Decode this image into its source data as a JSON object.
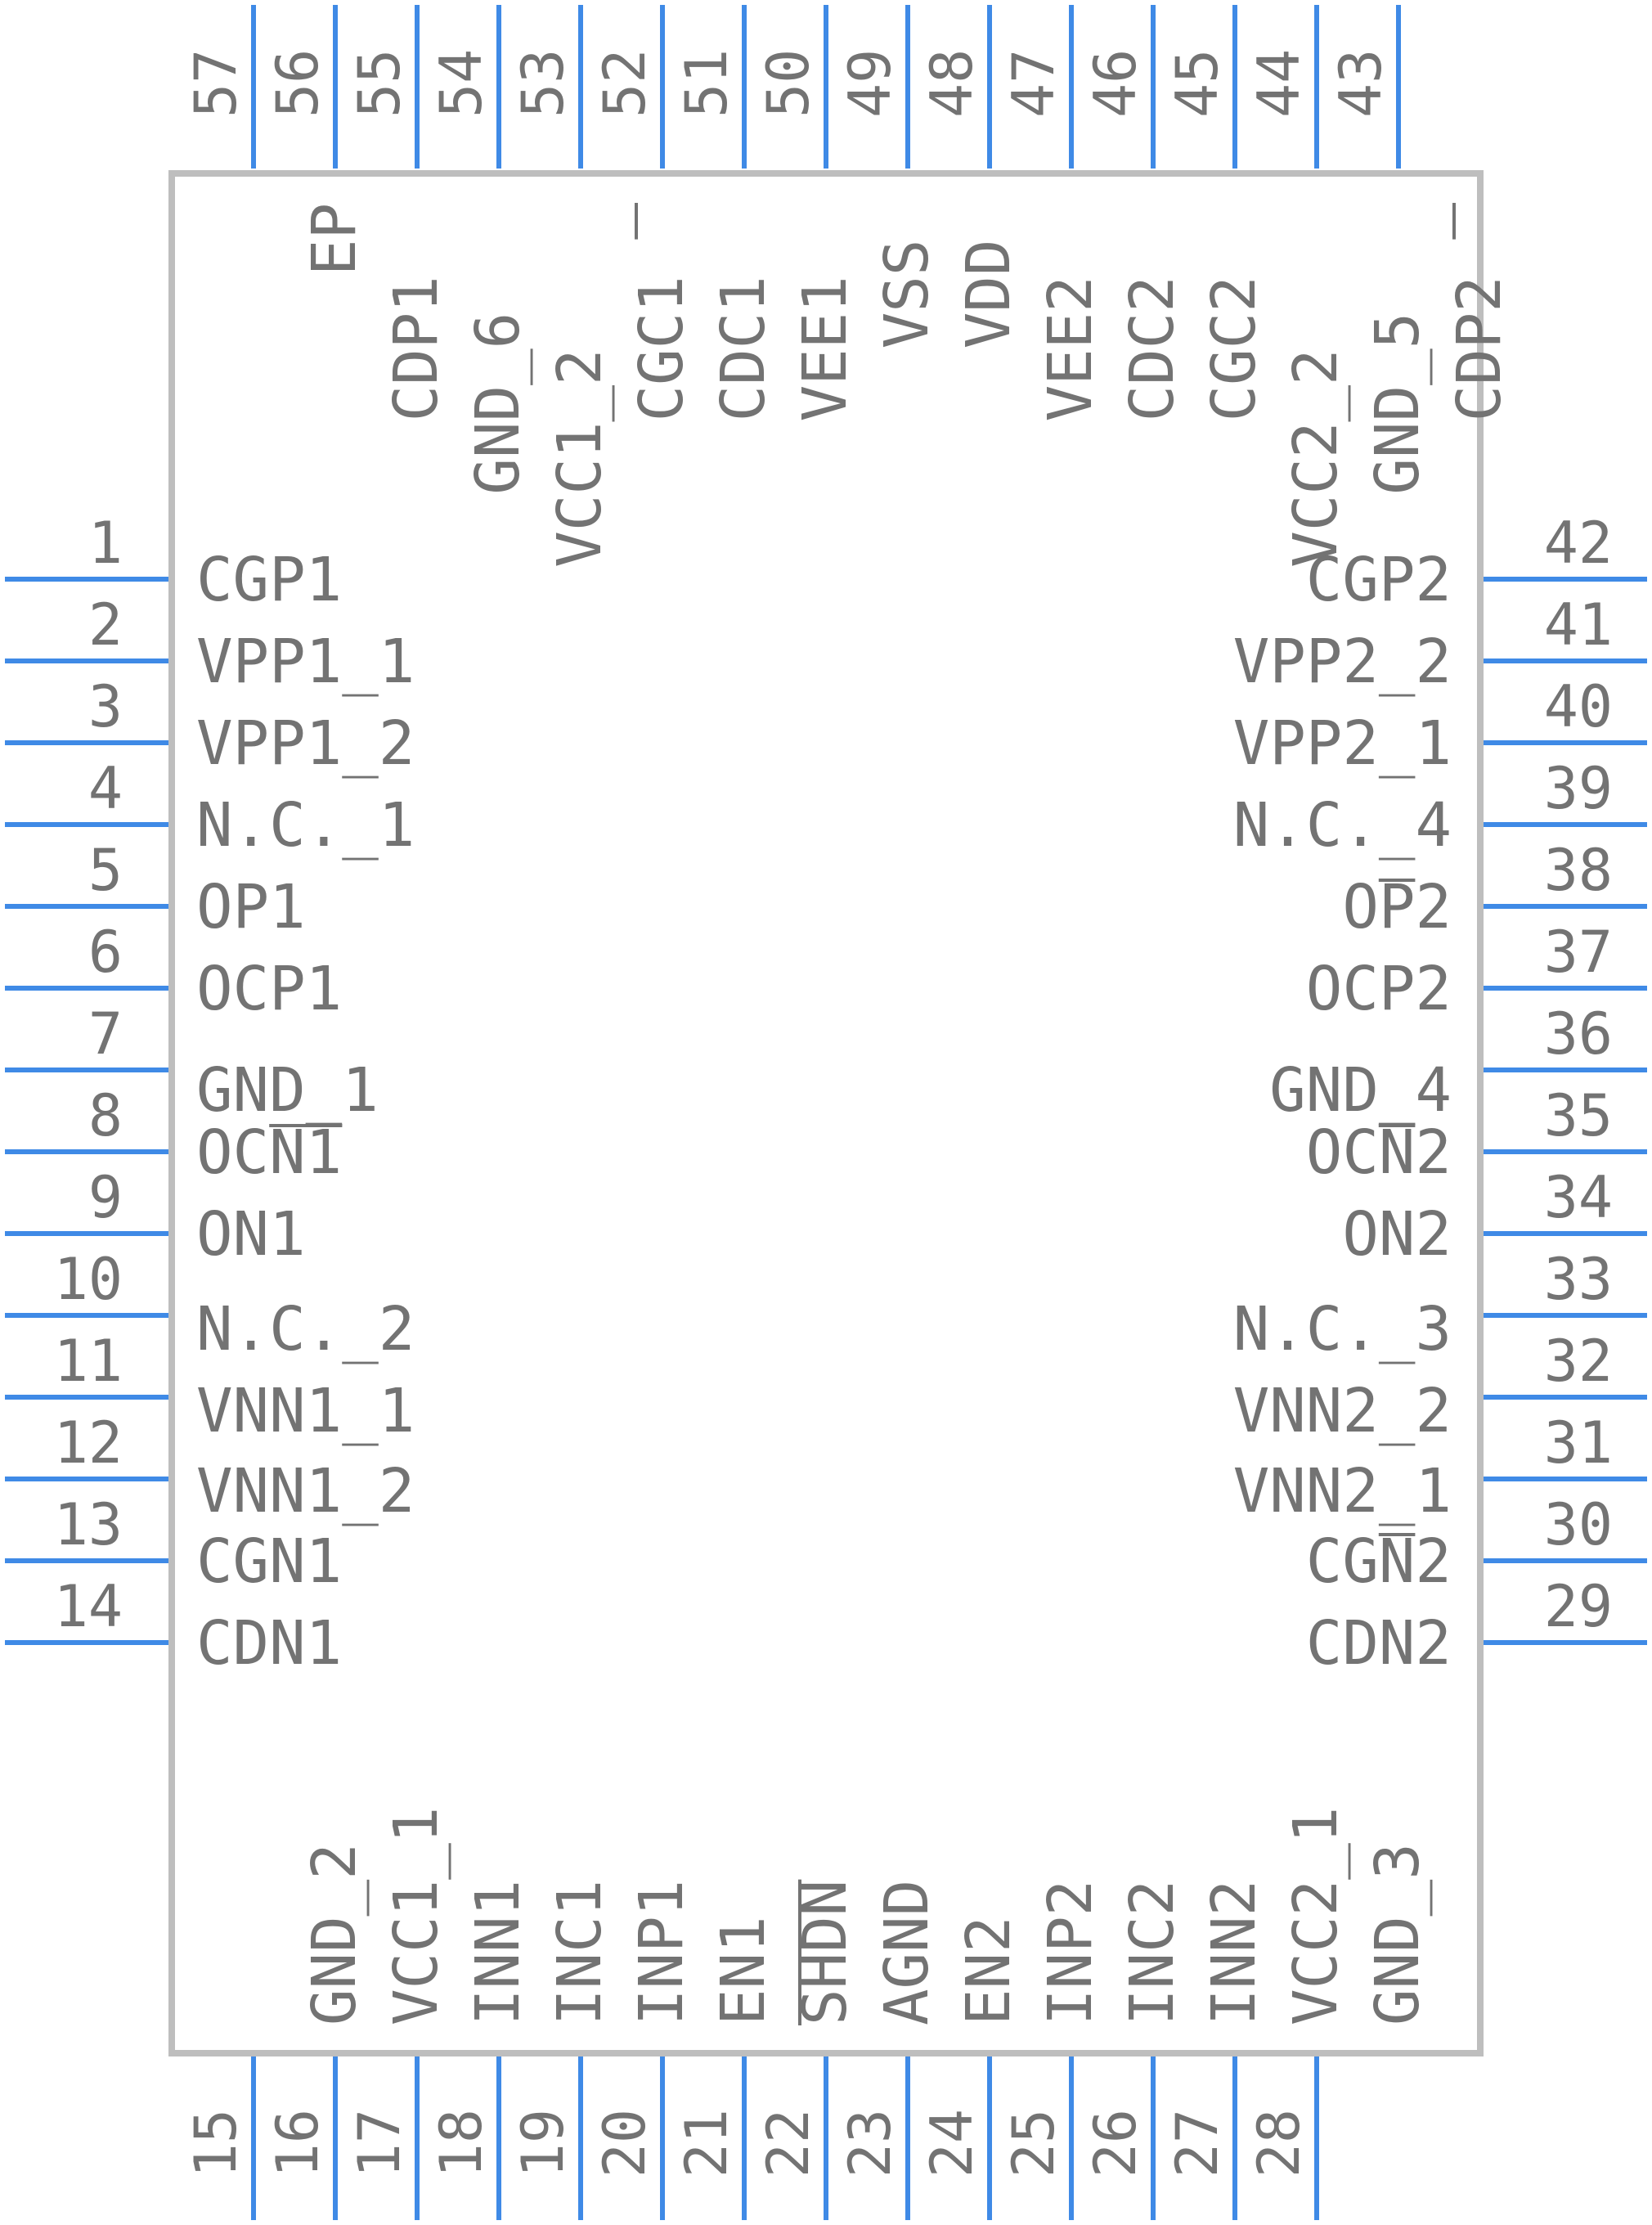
{
  "component": {
    "pins": {
      "left": [
        {
          "num": "1",
          "name": "CGP1"
        },
        {
          "num": "2",
          "name": "VPP1_1"
        },
        {
          "num": "3",
          "name": "VPP1_2"
        },
        {
          "num": "4",
          "name": "N.C._1"
        },
        {
          "num": "5",
          "name": "OP1"
        },
        {
          "num": "6",
          "name": "OCP1"
        },
        {
          "num": "7",
          "name": "GND_1"
        },
        {
          "num": "8",
          "name": "OCN1",
          "overbar": [
            2,
            4
          ]
        },
        {
          "num": "9",
          "name": "ON1"
        },
        {
          "num": "10",
          "name": "N.C._2"
        },
        {
          "num": "11",
          "name": "VNN1_1"
        },
        {
          "num": "12",
          "name": "VNN1_2"
        },
        {
          "num": "13",
          "name": "CGN1"
        },
        {
          "num": "14",
          "name": "CDN1"
        }
      ],
      "right": [
        {
          "num": "42",
          "name": "CGP2"
        },
        {
          "num": "41",
          "name": "VPP2_2"
        },
        {
          "num": "40",
          "name": "VPP2_1"
        },
        {
          "num": "39",
          "name": "N.C._4"
        },
        {
          "num": "38",
          "name": "OP2",
          "overbar": [
            1,
            2
          ]
        },
        {
          "num": "37",
          "name": "OCP2"
        },
        {
          "num": "36",
          "name": "GND_4"
        },
        {
          "num": "35",
          "name": "OCN2",
          "overbar": [
            2,
            3
          ]
        },
        {
          "num": "34",
          "name": "ON2"
        },
        {
          "num": "33",
          "name": "N.C._3"
        },
        {
          "num": "32",
          "name": "VNN2_2"
        },
        {
          "num": "31",
          "name": "VNN2_1"
        },
        {
          "num": "30",
          "name": "CGN2",
          "overbar": [
            2,
            3
          ]
        },
        {
          "num": "29",
          "name": "CDN2"
        }
      ],
      "top": [
        {
          "num": "57",
          "name": ""
        },
        {
          "num": "56",
          "name": "EP"
        },
        {
          "num": "55",
          "name": "CDP1"
        },
        {
          "num": "54",
          "name": "GND_6"
        },
        {
          "num": "53",
          "name": "VCC1_2"
        },
        {
          "num": "52",
          "name": "CGC1",
          "overbar": [
            2,
            3
          ]
        },
        {
          "num": "51",
          "name": "CDC1"
        },
        {
          "num": "50",
          "name": "VEE1"
        },
        {
          "num": "49",
          "name": "VSS"
        },
        {
          "num": "48",
          "name": "VDD"
        },
        {
          "num": "47",
          "name": "VEE2"
        },
        {
          "num": "46",
          "name": "CDC2"
        },
        {
          "num": "45",
          "name": "CGC2"
        },
        {
          "num": "44",
          "name": "VCC2_2"
        },
        {
          "num": "43",
          "name": "GND_5"
        },
        {
          "num": "",
          "name": "CDP2",
          "overbar": [
            2,
            3
          ]
        }
      ],
      "bottom": [
        {
          "num": "15",
          "name": ""
        },
        {
          "num": "16",
          "name": "GND_2"
        },
        {
          "num": "17",
          "name": "VCC1_1"
        },
        {
          "num": "18",
          "name": "INN1"
        },
        {
          "num": "19",
          "name": "INC1"
        },
        {
          "num": "20",
          "name": "INP1"
        },
        {
          "num": "21",
          "name": "EN1"
        },
        {
          "num": "22",
          "name": "SHDN",
          "overbar": [
            0,
            4
          ]
        },
        {
          "num": "23",
          "name": "AGND"
        },
        {
          "num": "24",
          "name": "EN2"
        },
        {
          "num": "25",
          "name": "INP2"
        },
        {
          "num": "26",
          "name": "INC2"
        },
        {
          "num": "27",
          "name": "INN2"
        },
        {
          "num": "28",
          "name": "VCC2_1"
        },
        {
          "num": "",
          "name": "GND_3"
        }
      ]
    }
  },
  "colors": {
    "pin_line": "#3f8ae6",
    "body_outline": "#bebebe",
    "text": "#737373",
    "background": "#ffffff"
  }
}
